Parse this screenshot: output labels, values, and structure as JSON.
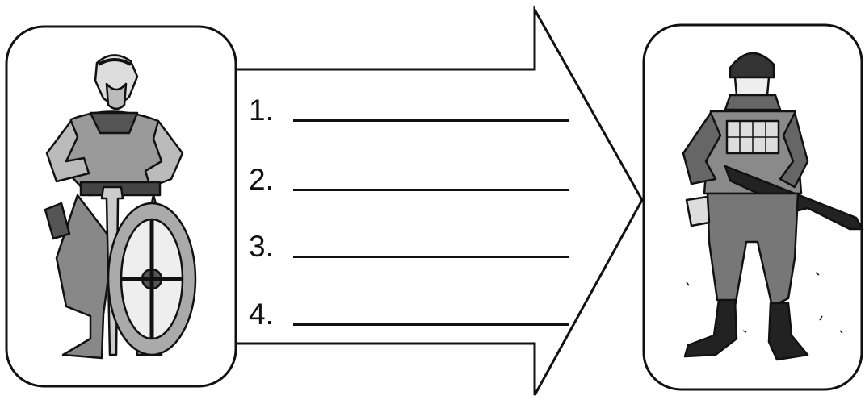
{
  "blanks": [
    {
      "number": "1.",
      "answer": ""
    },
    {
      "number": "2.",
      "answer": ""
    },
    {
      "number": "3.",
      "answer": ""
    },
    {
      "number": "4.",
      "answer": ""
    }
  ],
  "left_picture": {
    "icon": "ancient-warrior-icon"
  },
  "right_picture": {
    "icon": "modern-soldier-icon"
  },
  "colors": {
    "ink": "#111111",
    "background": "#ffffff"
  }
}
